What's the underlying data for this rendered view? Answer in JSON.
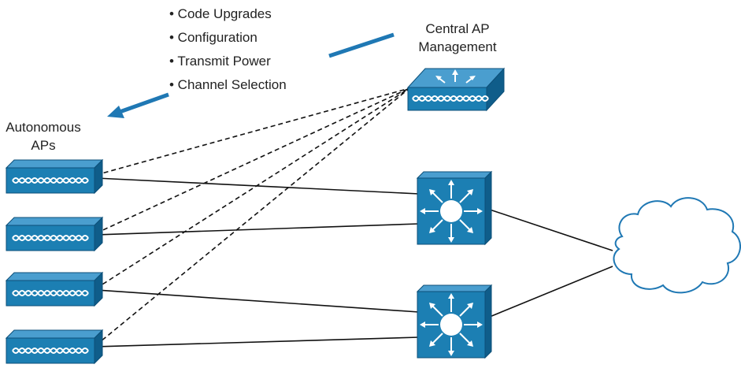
{
  "central": {
    "line1": "Central AP",
    "line2": "Management"
  },
  "autonomous": {
    "line1": "Autonomous",
    "line2": "APs"
  },
  "features": [
    "• Code Upgrades",
    "• Configuration",
    "• Transmit Power",
    "• Channel Selection"
  ],
  "colors": {
    "device_front": "#1c7fb3",
    "device_top": "#4a9ecf",
    "device_side": "#0f5d8a",
    "arrow": "#1f78b4",
    "link": "#111111"
  }
}
